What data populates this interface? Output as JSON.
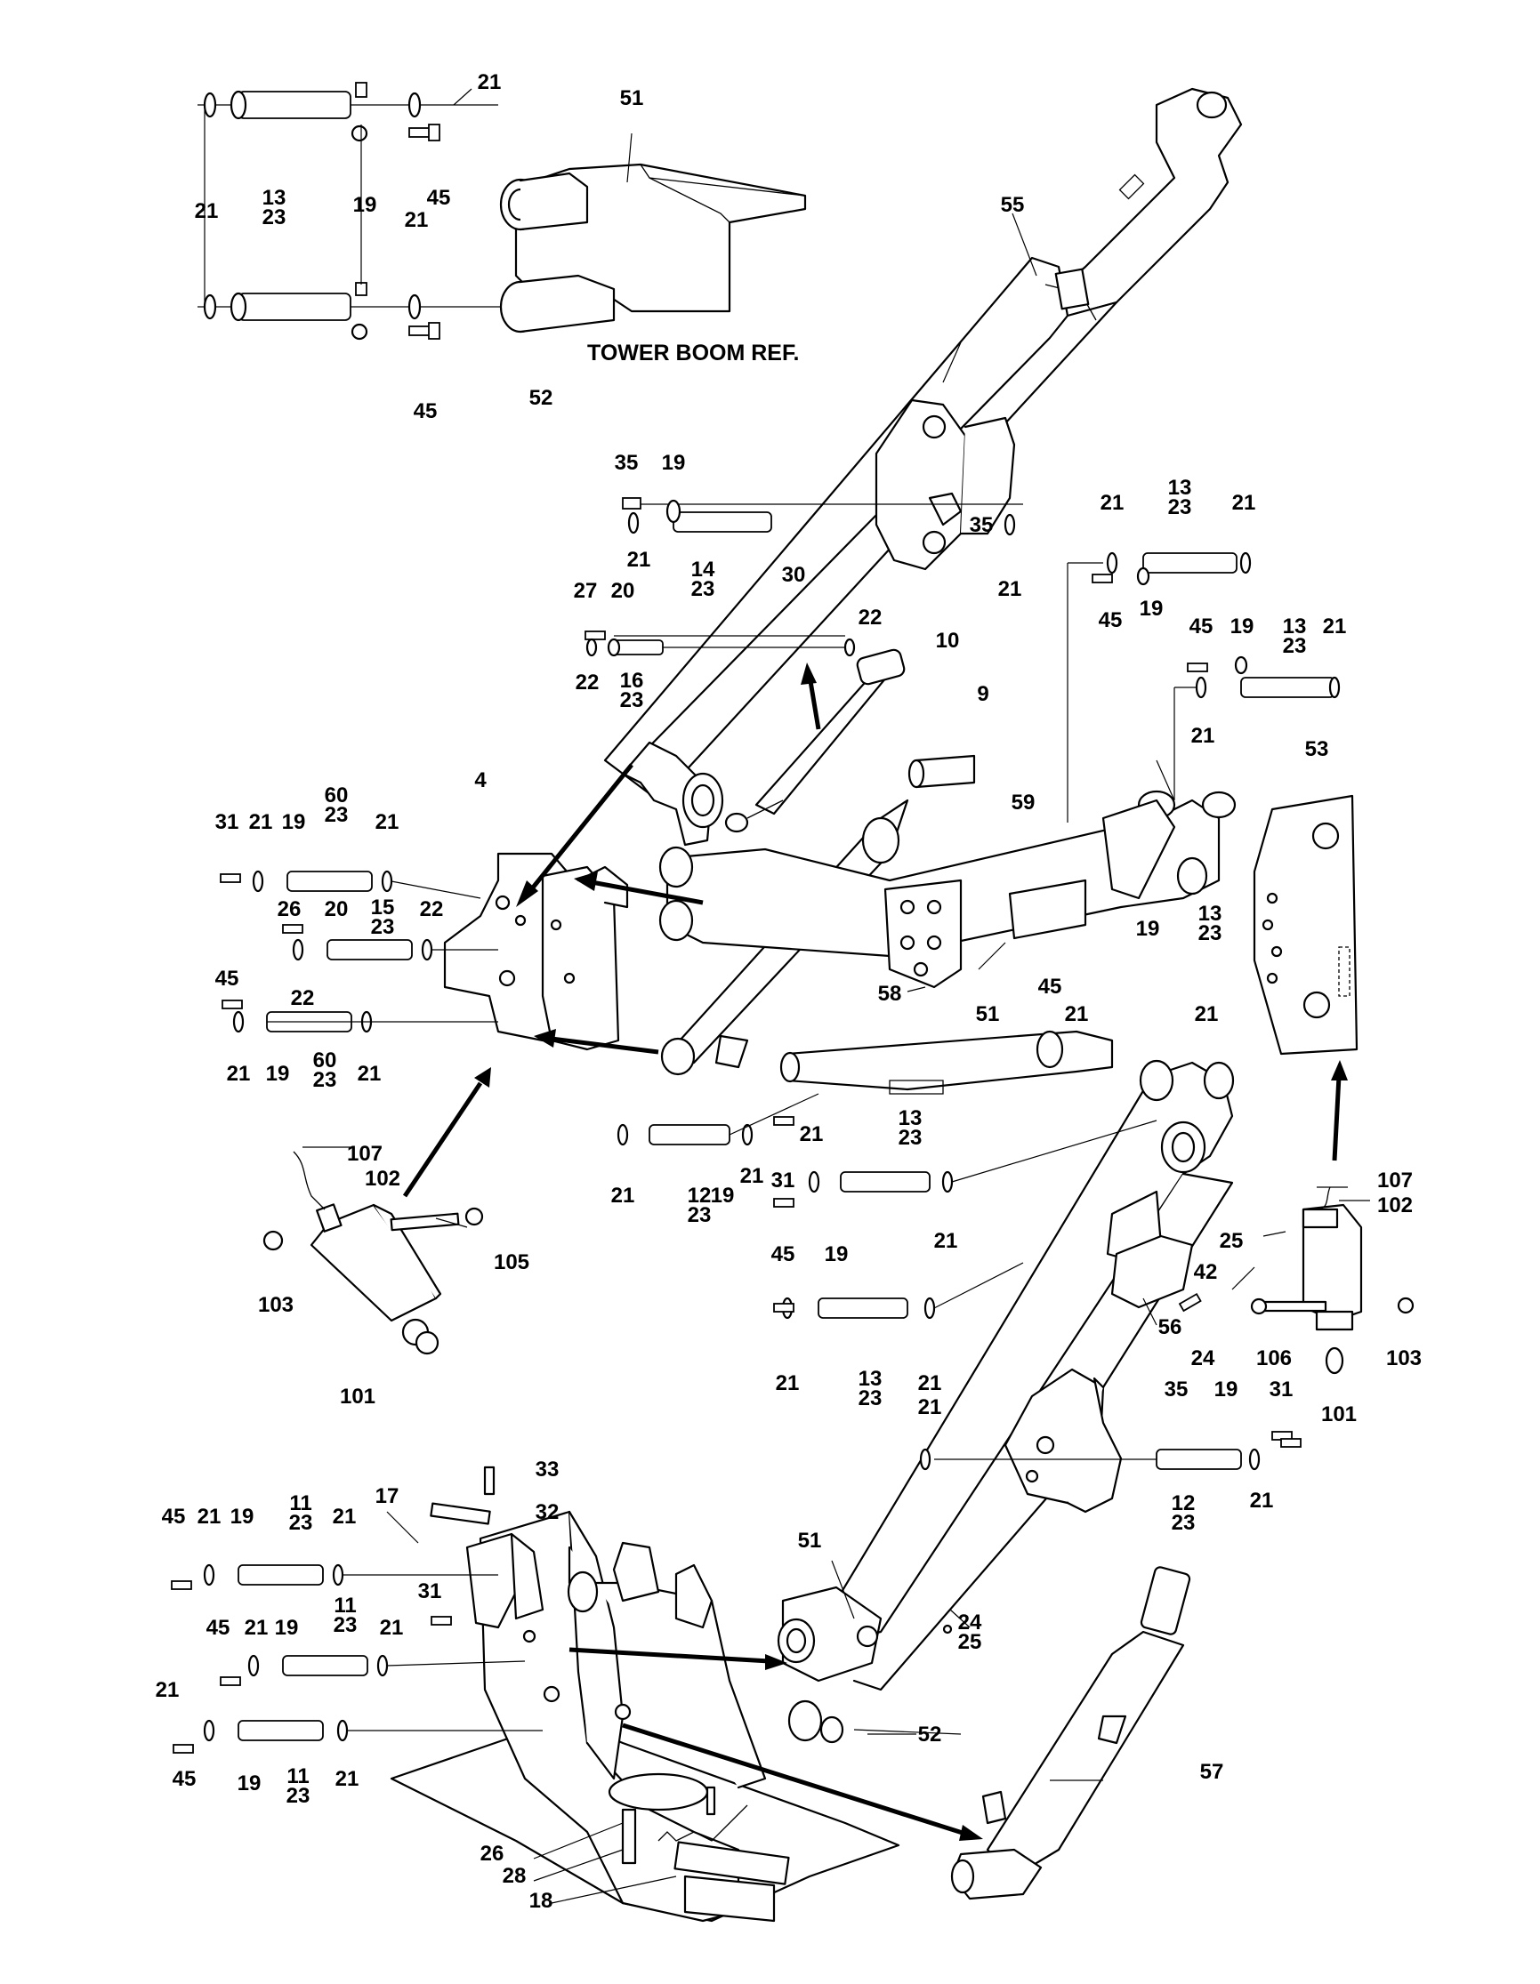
{
  "diagram": {
    "caption": "TOWER BOOM REF.",
    "callouts": [
      {
        "id": "c1",
        "lines": [
          "21"
        ]
      },
      {
        "id": "c2",
        "lines": [
          "51"
        ]
      },
      {
        "id": "c3",
        "lines": [
          "21"
        ]
      },
      {
        "id": "c4",
        "lines": [
          "13",
          "23"
        ]
      },
      {
        "id": "c5",
        "lines": [
          "19"
        ]
      },
      {
        "id": "c6",
        "lines": [
          "45"
        ]
      },
      {
        "id": "c7",
        "lines": [
          "21"
        ]
      },
      {
        "id": "c8",
        "lines": [
          "45"
        ]
      },
      {
        "id": "c9",
        "lines": [
          "52"
        ]
      },
      {
        "id": "c10",
        "lines": [
          "55"
        ]
      },
      {
        "id": "c11",
        "lines": [
          "35"
        ]
      },
      {
        "id": "c12",
        "lines": [
          "19"
        ]
      },
      {
        "id": "c13",
        "lines": [
          "35"
        ]
      },
      {
        "id": "c14",
        "lines": [
          "21"
        ]
      },
      {
        "id": "c15",
        "lines": [
          "14",
          "23"
        ]
      },
      {
        "id": "c16",
        "lines": [
          "21"
        ]
      },
      {
        "id": "c17",
        "lines": [
          "27"
        ]
      },
      {
        "id": "c18",
        "lines": [
          "20"
        ]
      },
      {
        "id": "c19",
        "lines": [
          "30"
        ]
      },
      {
        "id": "c20",
        "lines": [
          "22"
        ]
      },
      {
        "id": "c21",
        "lines": [
          "22"
        ]
      },
      {
        "id": "c22",
        "lines": [
          "16",
          "23"
        ]
      },
      {
        "id": "c23",
        "lines": [
          "10"
        ]
      },
      {
        "id": "c24",
        "lines": [
          "9"
        ]
      },
      {
        "id": "c25",
        "lines": [
          "21"
        ]
      },
      {
        "id": "c26",
        "lines": [
          "13",
          "23"
        ]
      },
      {
        "id": "c27",
        "lines": [
          "21"
        ]
      },
      {
        "id": "c28",
        "lines": [
          "45"
        ]
      },
      {
        "id": "c29",
        "lines": [
          "19"
        ]
      },
      {
        "id": "c30",
        "lines": [
          "45"
        ]
      },
      {
        "id": "c31",
        "lines": [
          "19"
        ]
      },
      {
        "id": "c32",
        "lines": [
          "13",
          "23"
        ]
      },
      {
        "id": "c33",
        "lines": [
          "21"
        ]
      },
      {
        "id": "c34",
        "lines": [
          "21"
        ]
      },
      {
        "id": "c35",
        "lines": [
          "53"
        ]
      },
      {
        "id": "c36",
        "lines": [
          "4"
        ]
      },
      {
        "id": "c37",
        "lines": [
          "59"
        ]
      },
      {
        "id": "c38",
        "lines": [
          "31"
        ]
      },
      {
        "id": "c39",
        "lines": [
          "21"
        ]
      },
      {
        "id": "c40",
        "lines": [
          "19"
        ]
      },
      {
        "id": "c41",
        "lines": [
          "60",
          "23"
        ]
      },
      {
        "id": "c42",
        "lines": [
          "21"
        ]
      },
      {
        "id": "c43",
        "lines": [
          "26"
        ]
      },
      {
        "id": "c44",
        "lines": [
          "20"
        ]
      },
      {
        "id": "c45",
        "lines": [
          "15",
          "23"
        ]
      },
      {
        "id": "c46",
        "lines": [
          "22"
        ]
      },
      {
        "id": "c47",
        "lines": [
          "22"
        ]
      },
      {
        "id": "c48",
        "lines": [
          "45"
        ]
      },
      {
        "id": "c49",
        "lines": [
          "21"
        ]
      },
      {
        "id": "c50",
        "lines": [
          "19"
        ]
      },
      {
        "id": "c51",
        "lines": [
          "60",
          "23"
        ]
      },
      {
        "id": "c52",
        "lines": [
          "21"
        ]
      },
      {
        "id": "c53",
        "lines": [
          "19"
        ]
      },
      {
        "id": "c54",
        "lines": [
          "13",
          "23"
        ]
      },
      {
        "id": "c55",
        "lines": [
          "45"
        ]
      },
      {
        "id": "c56",
        "lines": [
          "21"
        ]
      },
      {
        "id": "c57",
        "lines": [
          "21"
        ]
      },
      {
        "id": "c58",
        "lines": [
          "51"
        ]
      },
      {
        "id": "c59",
        "lines": [
          "58"
        ]
      },
      {
        "id": "c60",
        "lines": [
          "107"
        ]
      },
      {
        "id": "c61",
        "lines": [
          "102"
        ]
      },
      {
        "id": "c62",
        "lines": [
          "103"
        ]
      },
      {
        "id": "c63",
        "lines": [
          "105"
        ]
      },
      {
        "id": "c64",
        "lines": [
          "101"
        ]
      },
      {
        "id": "c65",
        "lines": [
          "21"
        ]
      },
      {
        "id": "c66",
        "lines": [
          "12",
          "23"
        ]
      },
      {
        "id": "c67",
        "lines": [
          "19"
        ]
      },
      {
        "id": "c68",
        "lines": [
          "21"
        ]
      },
      {
        "id": "c69",
        "lines": [
          "31"
        ]
      },
      {
        "id": "c70",
        "lines": [
          "21"
        ]
      },
      {
        "id": "c71",
        "lines": [
          "13",
          "23"
        ]
      },
      {
        "id": "c72",
        "lines": [
          "21"
        ]
      },
      {
        "id": "c73",
        "lines": [
          "45"
        ]
      },
      {
        "id": "c74",
        "lines": [
          "19"
        ]
      },
      {
        "id": "c75",
        "lines": [
          "21"
        ]
      },
      {
        "id": "c76",
        "lines": [
          "13",
          "23"
        ]
      },
      {
        "id": "c77",
        "lines": [
          "21"
        ]
      },
      {
        "id": "c78",
        "lines": [
          "25"
        ]
      },
      {
        "id": "c79",
        "lines": [
          "42"
        ]
      },
      {
        "id": "c80",
        "lines": [
          "56"
        ]
      },
      {
        "id": "c81",
        "lines": [
          "24"
        ]
      },
      {
        "id": "c82",
        "lines": [
          "107"
        ]
      },
      {
        "id": "c83",
        "lines": [
          "102"
        ]
      },
      {
        "id": "c84",
        "lines": [
          "106"
        ]
      },
      {
        "id": "c85",
        "lines": [
          "103"
        ]
      },
      {
        "id": "c86",
        "lines": [
          "101"
        ]
      },
      {
        "id": "c87",
        "lines": [
          "21"
        ]
      },
      {
        "id": "c88",
        "lines": [
          "35"
        ]
      },
      {
        "id": "c89",
        "lines": [
          "19"
        ]
      },
      {
        "id": "c90",
        "lines": [
          "31"
        ]
      },
      {
        "id": "c91",
        "lines": [
          "12",
          "23"
        ]
      },
      {
        "id": "c92",
        "lines": [
          "21"
        ]
      },
      {
        "id": "c93",
        "lines": [
          "33"
        ]
      },
      {
        "id": "c94",
        "lines": [
          "32"
        ]
      },
      {
        "id": "c95",
        "lines": [
          "17"
        ]
      },
      {
        "id": "c96",
        "lines": [
          "45"
        ]
      },
      {
        "id": "c97",
        "lines": [
          "21"
        ]
      },
      {
        "id": "c98",
        "lines": [
          "19"
        ]
      },
      {
        "id": "c99",
        "lines": [
          "11",
          "23"
        ]
      },
      {
        "id": "c100",
        "lines": [
          "21"
        ]
      },
      {
        "id": "c101",
        "lines": [
          "11",
          "23"
        ]
      },
      {
        "id": "c102",
        "lines": [
          "31"
        ]
      },
      {
        "id": "c103",
        "lines": [
          "45"
        ]
      },
      {
        "id": "c104",
        "lines": [
          "21"
        ]
      },
      {
        "id": "c105",
        "lines": [
          "19"
        ]
      },
      {
        "id": "c106",
        "lines": [
          "21"
        ]
      },
      {
        "id": "c107",
        "lines": [
          "21"
        ]
      },
      {
        "id": "c108",
        "lines": [
          "45"
        ]
      },
      {
        "id": "c109",
        "lines": [
          "19"
        ]
      },
      {
        "id": "c110",
        "lines": [
          "11",
          "23"
        ]
      },
      {
        "id": "c111",
        "lines": [
          "21"
        ]
      },
      {
        "id": "c112",
        "lines": [
          "51"
        ]
      },
      {
        "id": "c113",
        "lines": [
          "24",
          "25"
        ]
      },
      {
        "id": "c114",
        "lines": [
          "52"
        ]
      },
      {
        "id": "c115",
        "lines": [
          "57"
        ]
      },
      {
        "id": "c116",
        "lines": [
          "26"
        ]
      },
      {
        "id": "c117",
        "lines": [
          "28"
        ]
      },
      {
        "id": "c118",
        "lines": [
          "18"
        ]
      }
    ]
  }
}
